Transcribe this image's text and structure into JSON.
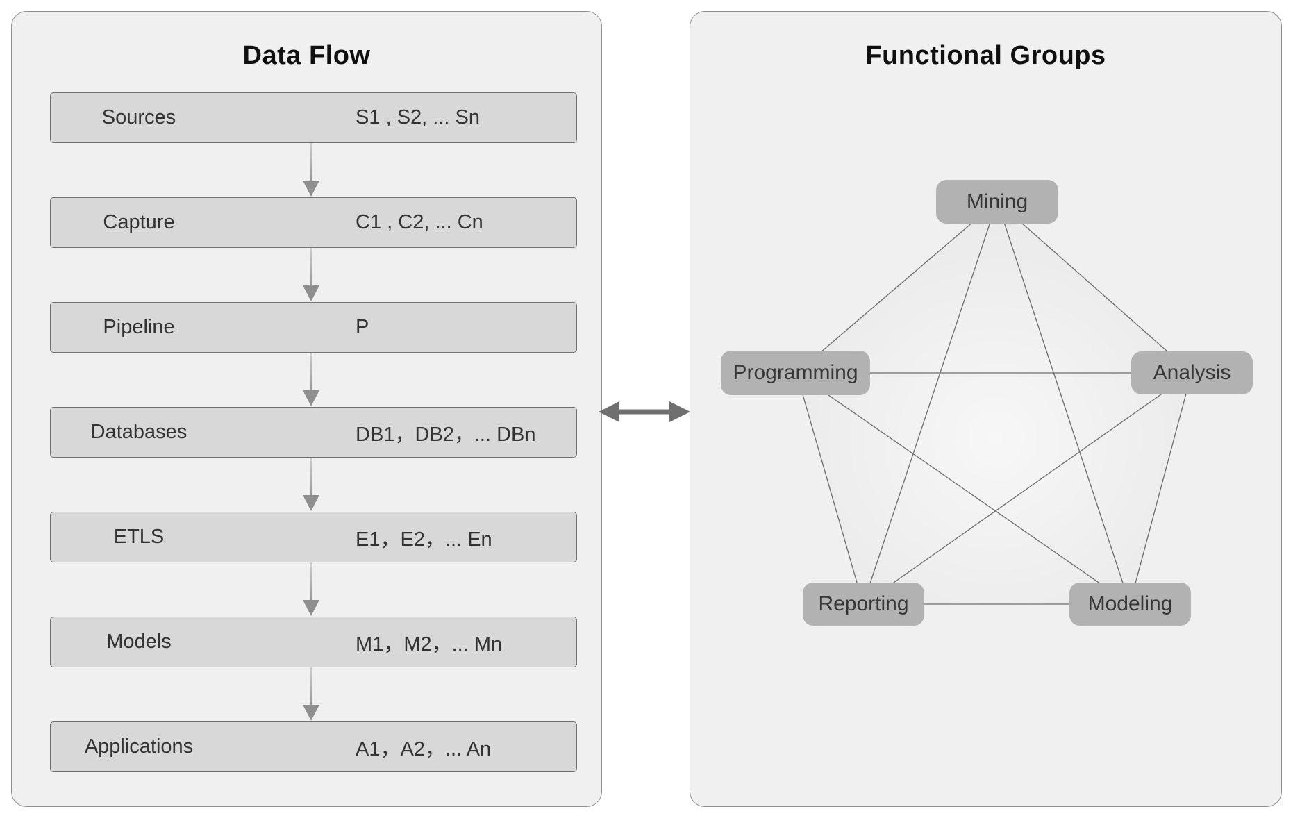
{
  "left_panel": {
    "title": "Data Flow",
    "rows": [
      {
        "label": "Sources",
        "value": "S1 , S2, ... Sn"
      },
      {
        "label": "Capture",
        "value": "C1 , C2, ... Cn"
      },
      {
        "label": "Pipeline",
        "value": "P"
      },
      {
        "label": "Databases",
        "value": "DB1，DB2，... DBn"
      },
      {
        "label": "ETLS",
        "value": "E1，E2，... En"
      },
      {
        "label": "Models",
        "value": "M1，M2，... Mn"
      },
      {
        "label": "Applications",
        "value": "A1，A2，... An"
      }
    ]
  },
  "right_panel": {
    "title": "Functional Groups",
    "nodes": [
      "Mining",
      "Programming",
      "Analysis",
      "Reporting",
      "Modeling"
    ],
    "edges": [
      [
        "Mining",
        "Programming"
      ],
      [
        "Mining",
        "Analysis"
      ],
      [
        "Mining",
        "Reporting"
      ],
      [
        "Mining",
        "Modeling"
      ],
      [
        "Programming",
        "Analysis"
      ],
      [
        "Programming",
        "Reporting"
      ],
      [
        "Programming",
        "Modeling"
      ],
      [
        "Analysis",
        "Reporting"
      ],
      [
        "Analysis",
        "Modeling"
      ],
      [
        "Reporting",
        "Modeling"
      ]
    ]
  },
  "connector": {
    "icon": "double-arrow-icon"
  },
  "colors": {
    "page_bg": "#ffffff",
    "panel_bg": "#f1f0f0",
    "panel_border": "#8f8f8f",
    "row_bg": "#d8d8d8",
    "row_border": "#6f6f6f",
    "node_bg": "#b2b2b2",
    "edge_line": "#6b6b6b",
    "flow_arrow": "#8f8f8f",
    "connector_arrow": "#6f6f6f",
    "text": "#333333"
  }
}
